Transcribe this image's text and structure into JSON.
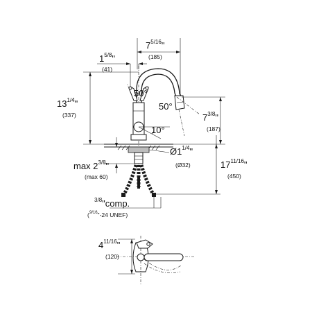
{
  "labels": {
    "w_main_ip": "7",
    "w_main_num": "5",
    "w_main_den": "16",
    "w_main_unit": "\"",
    "w_main_mm": "(185)",
    "w_left_ip": "1",
    "w_left_num": "5",
    "w_left_den": "8",
    "w_left_unit": "\"",
    "w_left_mm": "(41)",
    "h_total_ip": "13",
    "h_total_num": "1",
    "h_total_den": "4",
    "h_total_unit": "\"",
    "h_total_mm": "(337)",
    "angle_handle": "50°",
    "angle_spout": "50°",
    "angle_tilt": "10°",
    "h_spout_ip": "7",
    "h_spout_num": "3",
    "h_spout_den": "8",
    "h_spout_unit": "\"",
    "h_spout_mm": "(187)",
    "hole_prefix": "Ø1",
    "hole_num": "1",
    "hole_den": "4",
    "hole_unit": "\"",
    "hole_mm": "(Ø32)",
    "h_hose_ip": "17",
    "h_hose_num": "11",
    "h_hose_den": "16",
    "h_hose_unit": "\"",
    "h_hose_mm": "(450)",
    "max_prefix": "max 2",
    "max_num": "3",
    "max_den": "8",
    "max_unit": "\"",
    "max_mm": "(max 60)",
    "comp_num": "3",
    "comp_den": "8",
    "comp_text": "\"comp.",
    "thread_open": "(",
    "thread_num": "9",
    "thread_den": "16",
    "thread_text": "\"-24 UNEF)",
    "w_top_ip": "4",
    "w_top_num": "11",
    "w_top_den": "16",
    "w_top_unit": "\"",
    "w_top_mm": "(120)"
  }
}
